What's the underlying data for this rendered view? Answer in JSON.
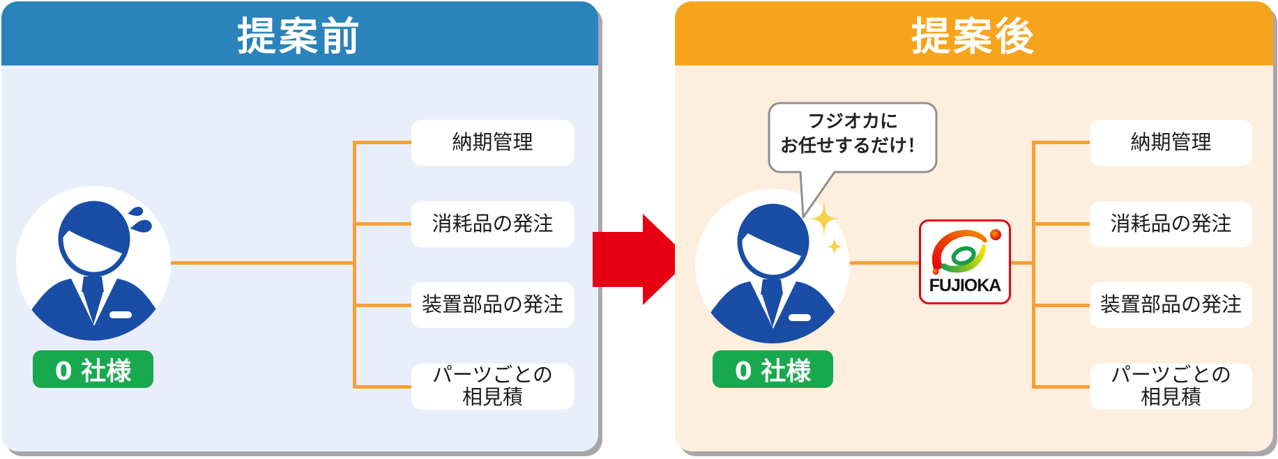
{
  "panels": [
    {
      "title": "提案前",
      "badge": "0 社様",
      "items": [
        [
          "納期管理"
        ],
        [
          "消耗品の発注"
        ],
        [
          "装置部品の発注"
        ],
        [
          "パーツごとの",
          "相見積"
        ]
      ]
    },
    {
      "title": "提案後",
      "badge": "0 社様",
      "items": [
        [
          "納期管理"
        ],
        [
          "消耗品の発注"
        ],
        [
          "装置部品の発注"
        ],
        [
          "パーツごとの",
          "相見積"
        ]
      ]
    }
  ],
  "bubble": {
    "lines": [
      "フジオカに",
      "お任せするだけ！"
    ]
  },
  "logo": {
    "text": "FUJIOKA"
  },
  "colors": {
    "before_header": "#2a83ba",
    "after_header": "#f7a41d",
    "before_body": "#e9effa",
    "after_body": "#fdeedd",
    "connector_orange": "#f7a033",
    "badge_green": "#18a84e",
    "arrow_red": "#e60012",
    "avatar_blue": "#194da6",
    "logo_border_red": "#e60012",
    "sparkle_yellow": "#f8d14b"
  }
}
